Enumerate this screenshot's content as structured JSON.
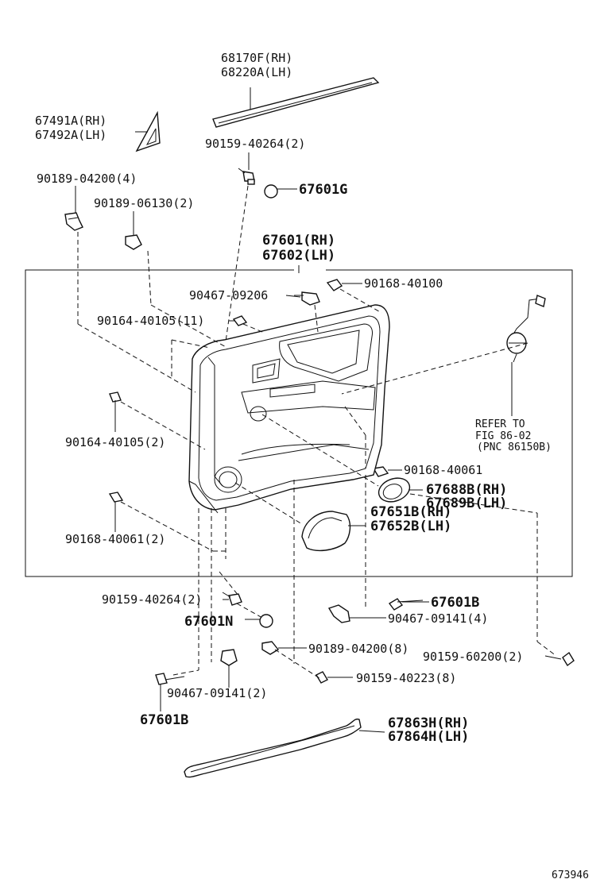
{
  "diagram": {
    "refer": {
      "line1": "REFER TO",
      "line2": "FIG 86-02",
      "line3": "(PNC 86150B)"
    },
    "image_code": "673946",
    "labels": {
      "moulding_rh": "68170F(RH)",
      "moulding_lh": "68220A(LH)",
      "cover_rh": "67491A(RH)",
      "cover_lh": "67492A(LH)",
      "screw_top": "90159-40264(2)",
      "plug_g": "67601G",
      "clip_4": "90189-04200(4)",
      "clip_2": "90189-06130(2)",
      "panel_rh": "67601(RH)",
      "panel_lh": "67602(LH)",
      "clip_9206": "90467-09206",
      "screw_40100": "90168-40100",
      "screw_40105_11": "90164-40105(11)",
      "screw_40105_2": "90164-40105(2)",
      "screw_40061": "90168-40061",
      "bezel_rh": "67688B(RH)",
      "bezel_lh": "67689B(LH)",
      "pocket_rh": "67651B(RH)",
      "pocket_lh": "67652B(LH)",
      "screw_40061_2": "90168-40061(2)",
      "screw_mid": "90159-40264(2)",
      "plug_n": "67601N",
      "plug_b_right": "67601B",
      "clip_09141_4": "90467-09141(4)",
      "clip_04200_8": "90189-04200(8)",
      "screw_60200": "90159-60200(2)",
      "screw_40223": "90159-40223(8)",
      "clip_09141_2": "90467-09141(2)",
      "plug_b_left": "67601B",
      "weather_rh": "67863H(RH)",
      "weather_lh": "67864H(LH)"
    }
  }
}
